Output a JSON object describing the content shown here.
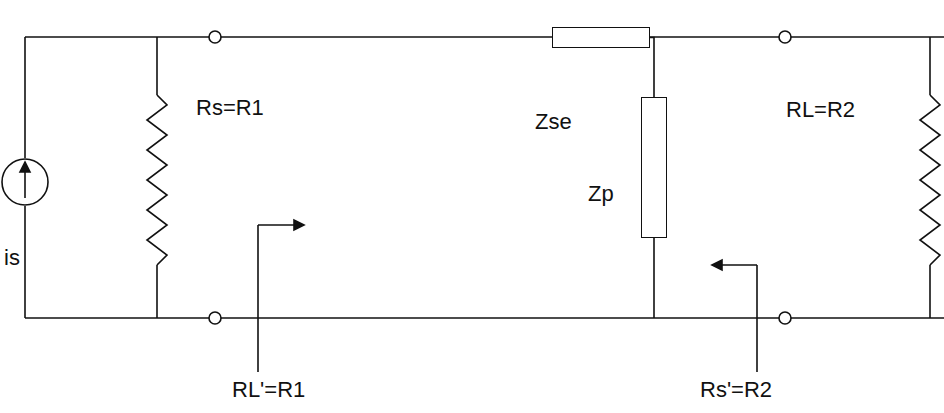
{
  "diagram": {
    "nodes": [
      {
        "text": [
          "Zse"
        ]
      },
      {
        "text": [
          "Zp"
        ]
      }
    ],
    "edges": [
      {
        "from": 0,
        "to": 1,
        "arrow": "none"
      }
    ],
    "labels": [
      "is",
      "Rs=R1",
      "RL=R2",
      "RL'=R1",
      "Rs'=R2"
    ]
  }
}
